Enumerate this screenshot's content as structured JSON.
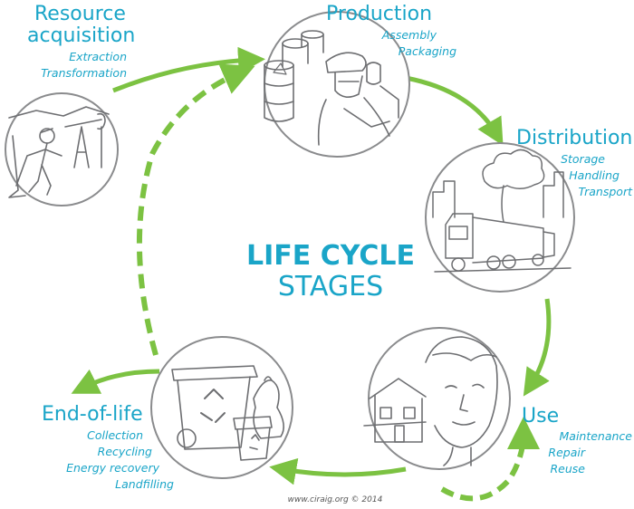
{
  "center": {
    "line1": "LIFE CYCLE",
    "line2": "STAGES"
  },
  "stages": {
    "resource": {
      "title_line1": "Resource",
      "title_line2": "acquisition",
      "items": [
        "Extraction",
        "Transformation"
      ]
    },
    "production": {
      "title": "Production",
      "items": [
        "Assembly",
        "Packaging"
      ]
    },
    "distribution": {
      "title": "Distribution",
      "items": [
        "Storage",
        "Handling",
        "Transport"
      ]
    },
    "use": {
      "title": "Use",
      "items": [
        "Maintenance",
        "Repair",
        "Reuse"
      ]
    },
    "end_of_life": {
      "title": "End-of-life",
      "items": [
        "Collection",
        "Recycling",
        "Energy recovery",
        "Landfilling"
      ]
    }
  },
  "credit": "www.ciraig.org © 2014",
  "colors": {
    "accent_text": "#1aa5c8",
    "arrow_green": "#7cc242",
    "outline_gray": "#6d6e71"
  },
  "icons": {
    "resource": "miner-and-oil-pump-icon",
    "production": "factory-worker-and-barrels-icon",
    "distribution": "truck-and-city-icon",
    "use": "person-and-house-icon",
    "end_of_life": "recycling-bin-and-trash-bag-icon"
  }
}
